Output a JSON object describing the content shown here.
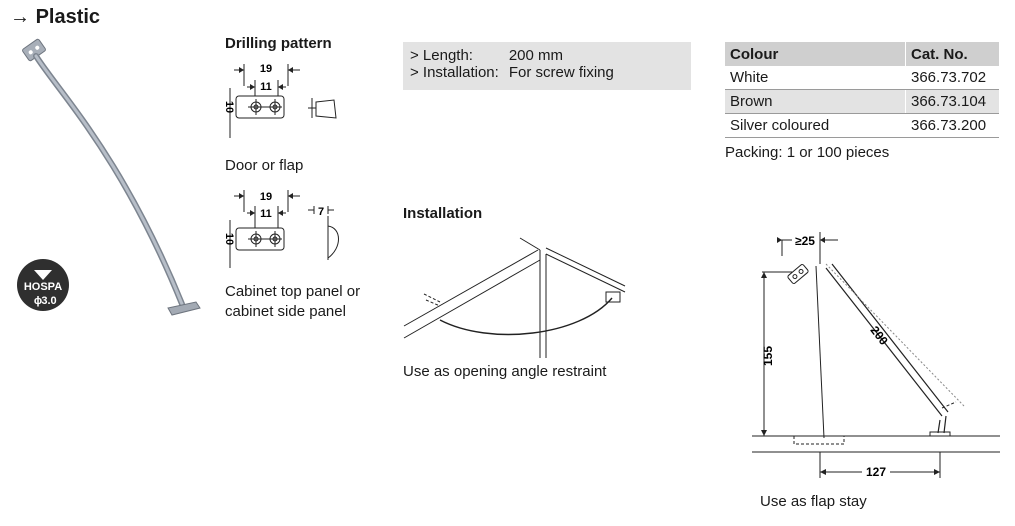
{
  "heading": {
    "arrow": "→",
    "text": "Plastic"
  },
  "badge": {
    "line1": "HOSPA",
    "line2": "3.0",
    "diameter_symbol": "ϕ"
  },
  "drilling": {
    "title": "Drilling pattern",
    "dims_top": {
      "outer": "19",
      "inner": "11",
      "height": "10"
    },
    "door_caption": "Door or flap",
    "dims_bottom": {
      "outer": "19",
      "inner": "11",
      "height": "10",
      "depth": "7"
    },
    "cabinet_caption_1": "Cabinet top panel or",
    "cabinet_caption_2": "cabinet side panel"
  },
  "specs": [
    {
      "key": "> Length:",
      "value": "200 mm"
    },
    {
      "key": "> Installation:",
      "value": "For screw fixing"
    }
  ],
  "installation": {
    "title": "Installation",
    "caption": "Use as opening angle restraint"
  },
  "order_table": {
    "headers": [
      "Colour",
      "Cat. No."
    ],
    "rows": [
      {
        "colour": "White",
        "cat_no": "366.73.702"
      },
      {
        "colour": "Brown",
        "cat_no": "366.73.104"
      },
      {
        "colour": "Silver coloured",
        "cat_no": "366.73.200"
      }
    ],
    "packing": "Packing: 1 or 100 pieces"
  },
  "flap_stay": {
    "dim_offset": "≥25",
    "dim_length": "200",
    "dim_height": "155",
    "dim_base": "127",
    "caption": "Use as flap stay"
  },
  "colors": {
    "product_grey": "#9aa2ad",
    "table_header": "#cfcfcf",
    "table_alt_row": "#e3e3e3"
  }
}
